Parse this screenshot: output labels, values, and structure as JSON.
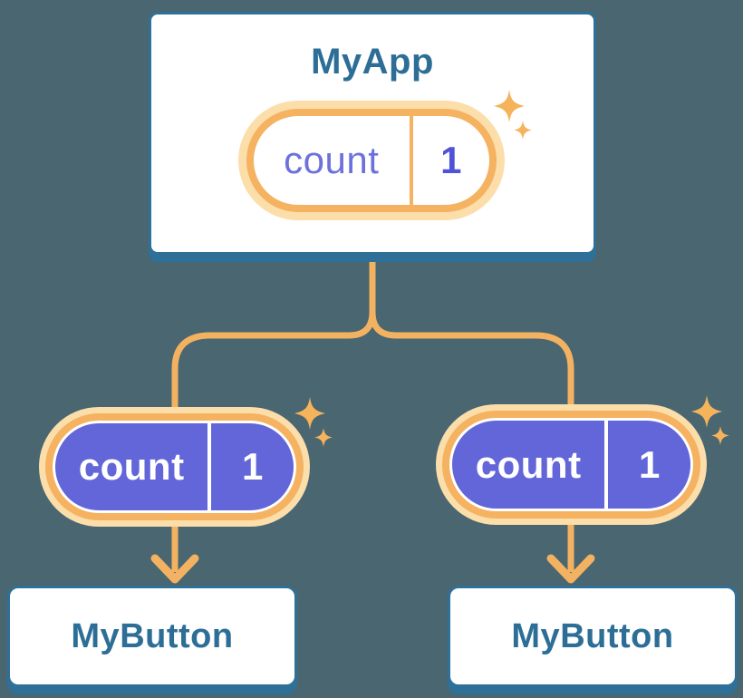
{
  "diagram": {
    "root": {
      "label": "MyApp",
      "state": {
        "key": "count",
        "value": "1"
      }
    },
    "children": [
      {
        "label": "MyButton",
        "state": {
          "key": "count",
          "value": "1"
        }
      },
      {
        "label": "MyButton",
        "state": {
          "key": "count",
          "value": "1"
        }
      }
    ]
  },
  "icons": {
    "sparkle": "four-point-star",
    "arrow": "arrow-down"
  },
  "colors": {
    "background": "#4a6670",
    "card_fill": "#ffffff",
    "card_border_blue": "#2f7098",
    "title_text_blue": "#2d6e96",
    "connector_orange": "#f3b261",
    "pill_ring_orange": "#f5b260",
    "pill_ring_pale": "#fcdeab",
    "pill_fill_purple": "#6266d8",
    "pill_key_text_indigo": "#6d71db",
    "pill_value_text_indigo": "#4e53d7"
  }
}
